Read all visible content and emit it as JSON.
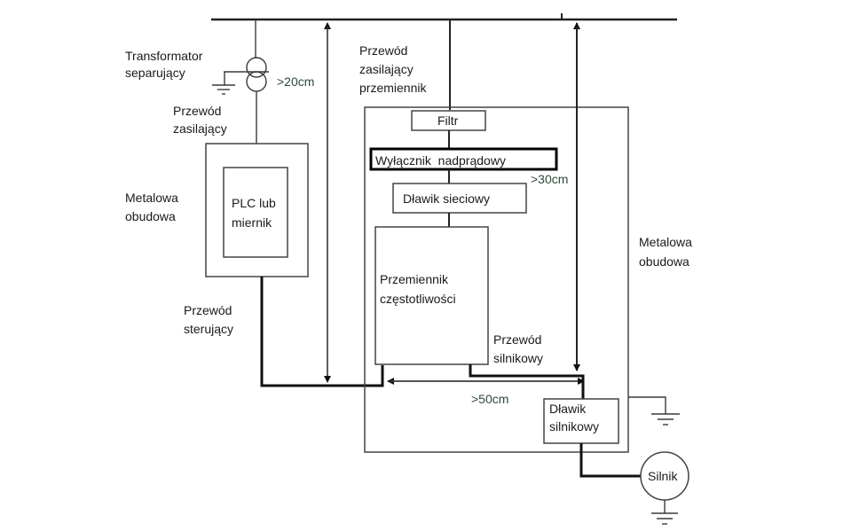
{
  "labels": {
    "transformer": [
      "Transformator",
      "separujący"
    ],
    "supply_cable": [
      "Przewód",
      "zasilający"
    ],
    "metal_enclosure_left": [
      "Metalowa",
      "obudowa"
    ],
    "plc": [
      "PLC lub",
      "miernik"
    ],
    "control_cable": [
      "Przewód",
      "sterujący"
    ],
    "inverter_supply_cable": [
      "Przewód",
      "zasilający",
      "przemiennik"
    ],
    "filter": "Filtr",
    "breaker": "Wyłącznik  nadprądowy",
    "line_reactor": "Dławik sieciowy",
    "inverter": [
      "Przemiennik",
      "częstotliwości"
    ],
    "motor_cable": [
      "Przewód",
      "silnikowy"
    ],
    "motor_reactor": [
      "Dławik",
      "silnikowy"
    ],
    "motor": "Silnik",
    "metal_enclosure_right": [
      "Metalowa",
      "obudowa"
    ]
  },
  "distances": {
    "d20": ">20cm",
    "d30": ">30cm",
    "d50": ">50cm"
  }
}
